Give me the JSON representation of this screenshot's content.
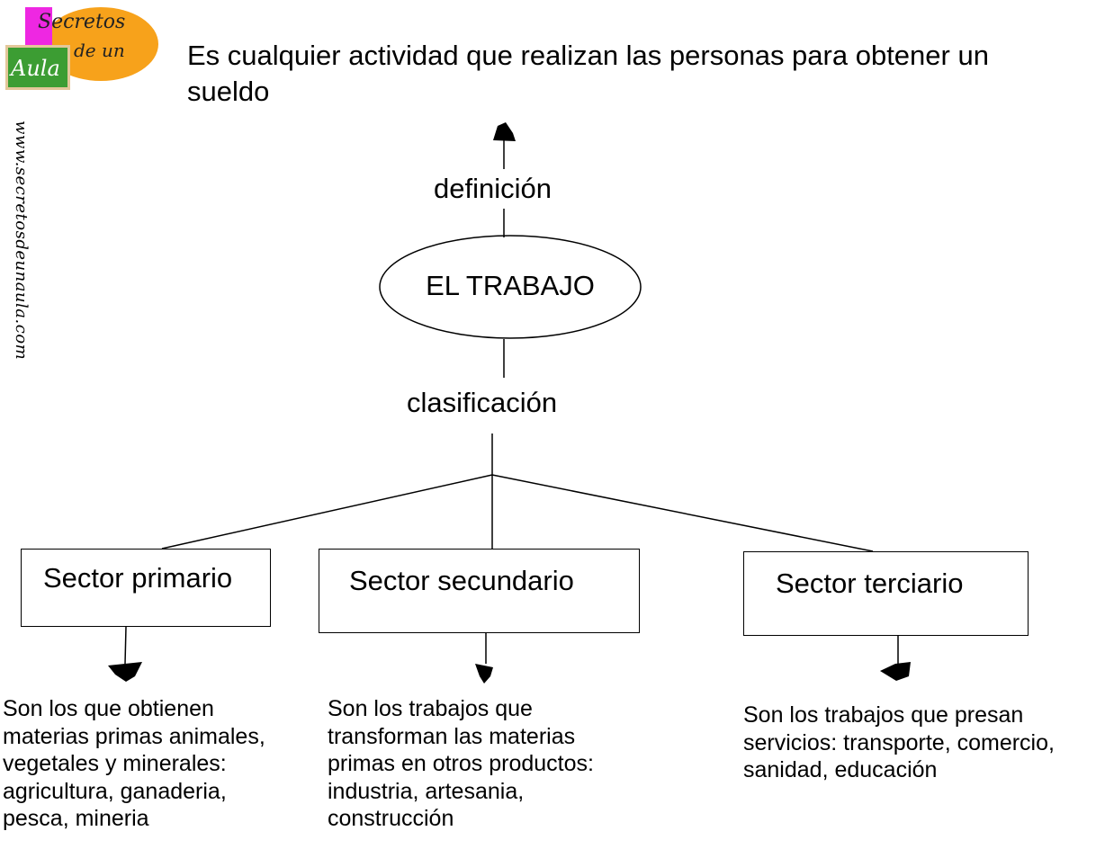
{
  "logo": {
    "line1": "Secretos",
    "line2": "de un",
    "line3": "Aula",
    "colors": {
      "orange": "#f7a21b",
      "pink": "#ee27e2",
      "green": "#3c9d33"
    }
  },
  "website": "www.secretosdeunaula.com",
  "definition_text": "Es cualquier actividad que realizan las personas para obtener un sueldo",
  "labels": {
    "definition": "definición",
    "classification": "clasificación"
  },
  "center": "EL TRABAJO",
  "sectors": [
    {
      "title": "Sector primario",
      "description": "Son los que obtienen materias primas animales, vegetales y minerales: agricultura, ganaderia, pesca, mineria"
    },
    {
      "title": "Sector secundario",
      "description": "Son los trabajos que transforman las materias primas en otros productos: industria, artesania, construcción"
    },
    {
      "title": "Sector terciario",
      "description": "Son los trabajos que presan servicios: transporte, comercio, sanidad, educación"
    }
  ]
}
